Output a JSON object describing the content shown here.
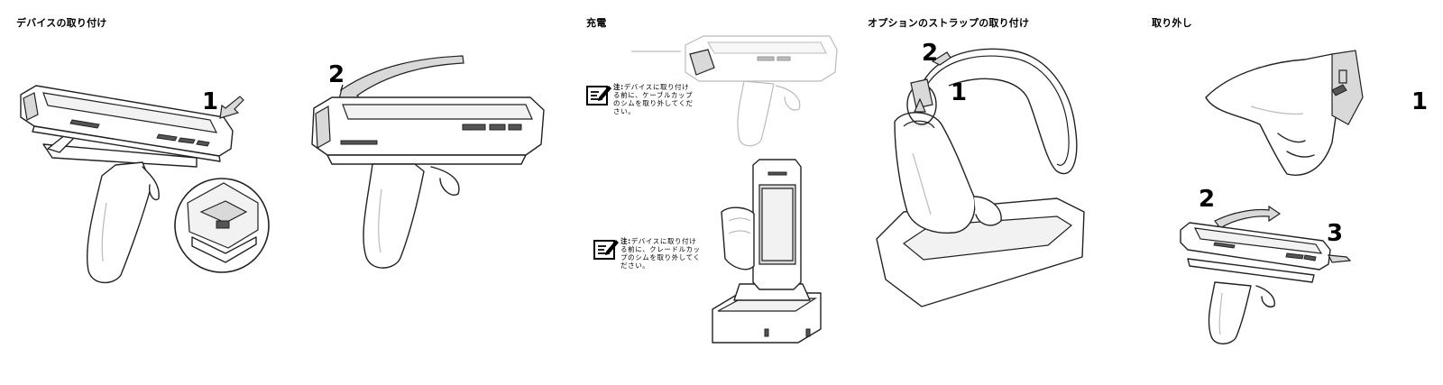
{
  "sections": {
    "attach": {
      "heading": "デバイスの取り付け",
      "steps": [
        "1",
        "2"
      ]
    },
    "charge": {
      "heading": "充電",
      "notes": [
        {
          "label": "注:",
          "text": "デバイスに取り付ける前に、ケーブルカップのシムを取り外してください。"
        },
        {
          "label": "注:",
          "text": "デバイスに取り付ける前に、クレードルカップのシムを取り外してください。"
        }
      ]
    },
    "strap": {
      "heading": "オプションのストラップの取り付け",
      "steps": [
        "2",
        "1"
      ]
    },
    "remove": {
      "heading": "取り外し",
      "steps": [
        "1",
        "2",
        "3"
      ]
    }
  },
  "icons": [
    "note-icon",
    "arrow-icon"
  ]
}
